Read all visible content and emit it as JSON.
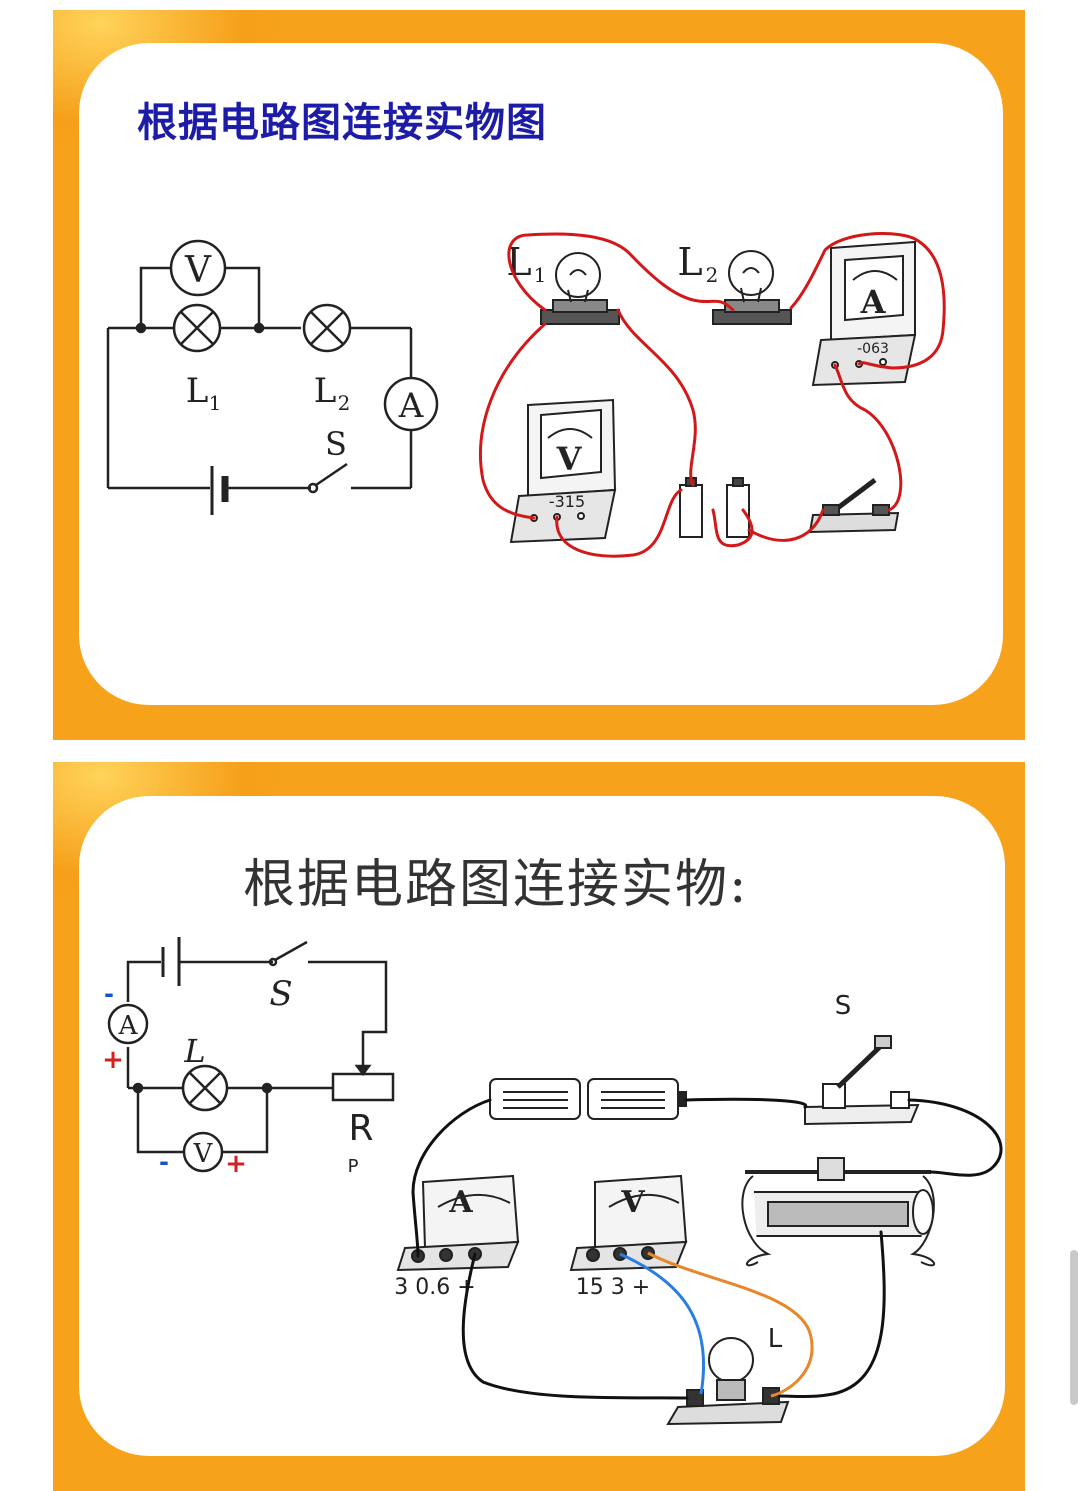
{
  "slides": [
    {
      "title": "根据电路图连接实物图",
      "schematic": {
        "voltmeter": "V",
        "lamp1": "L",
        "lamp1_sub": "1",
        "lamp2": "L",
        "lamp2_sub": "2",
        "ammeter": "A",
        "switch": "S"
      },
      "physical": {
        "lamp1_label": "L",
        "lamp1_sub": "1",
        "lamp2_label": "L",
        "lamp2_sub": "2",
        "ammeter_symbol": "A",
        "ammeter_terminals": "-063",
        "voltmeter_symbol": "V",
        "voltmeter_terminals": "-315"
      },
      "wire_color": "#d21818"
    },
    {
      "title": "根据电路图连接实物:",
      "schematic": {
        "switch": "S",
        "ammeter": "A",
        "lamp": "L",
        "voltmeter": "V",
        "rheostat": "R",
        "rheostat_sub": "P",
        "minus": "-",
        "plus": "+"
      },
      "physical": {
        "switch_label": "S",
        "ammeter_symbol": "A",
        "voltmeter_symbol": "V",
        "ammeter_terminals": "3 0.6 +",
        "voltmeter_terminals": "15 3 +",
        "lamp_label": "L"
      },
      "colors": {
        "wire": "#111111",
        "blue_wire": "#2a7de1",
        "orange_wire": "#e8862a",
        "polarity": "#d61f1f",
        "minus": "#1a50c8"
      }
    }
  ]
}
